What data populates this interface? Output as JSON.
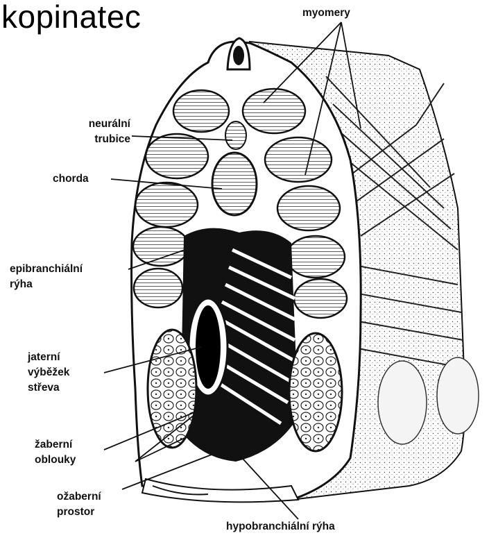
{
  "title": "kopinatec",
  "labels": {
    "myomery": "myomery",
    "neuralni": [
      "neurální",
      "trubice"
    ],
    "chorda": "chorda",
    "epibranchialni": [
      "epibranchiální",
      "rýha"
    ],
    "jaterni": [
      "jaterní",
      "výběžek",
      "střeva"
    ],
    "zaberni": [
      "žaberní",
      "oblouky"
    ],
    "ozaberni": [
      "ožaberní",
      "prostor"
    ],
    "hypobranchialni": "hypobranchiální rýha"
  }
}
